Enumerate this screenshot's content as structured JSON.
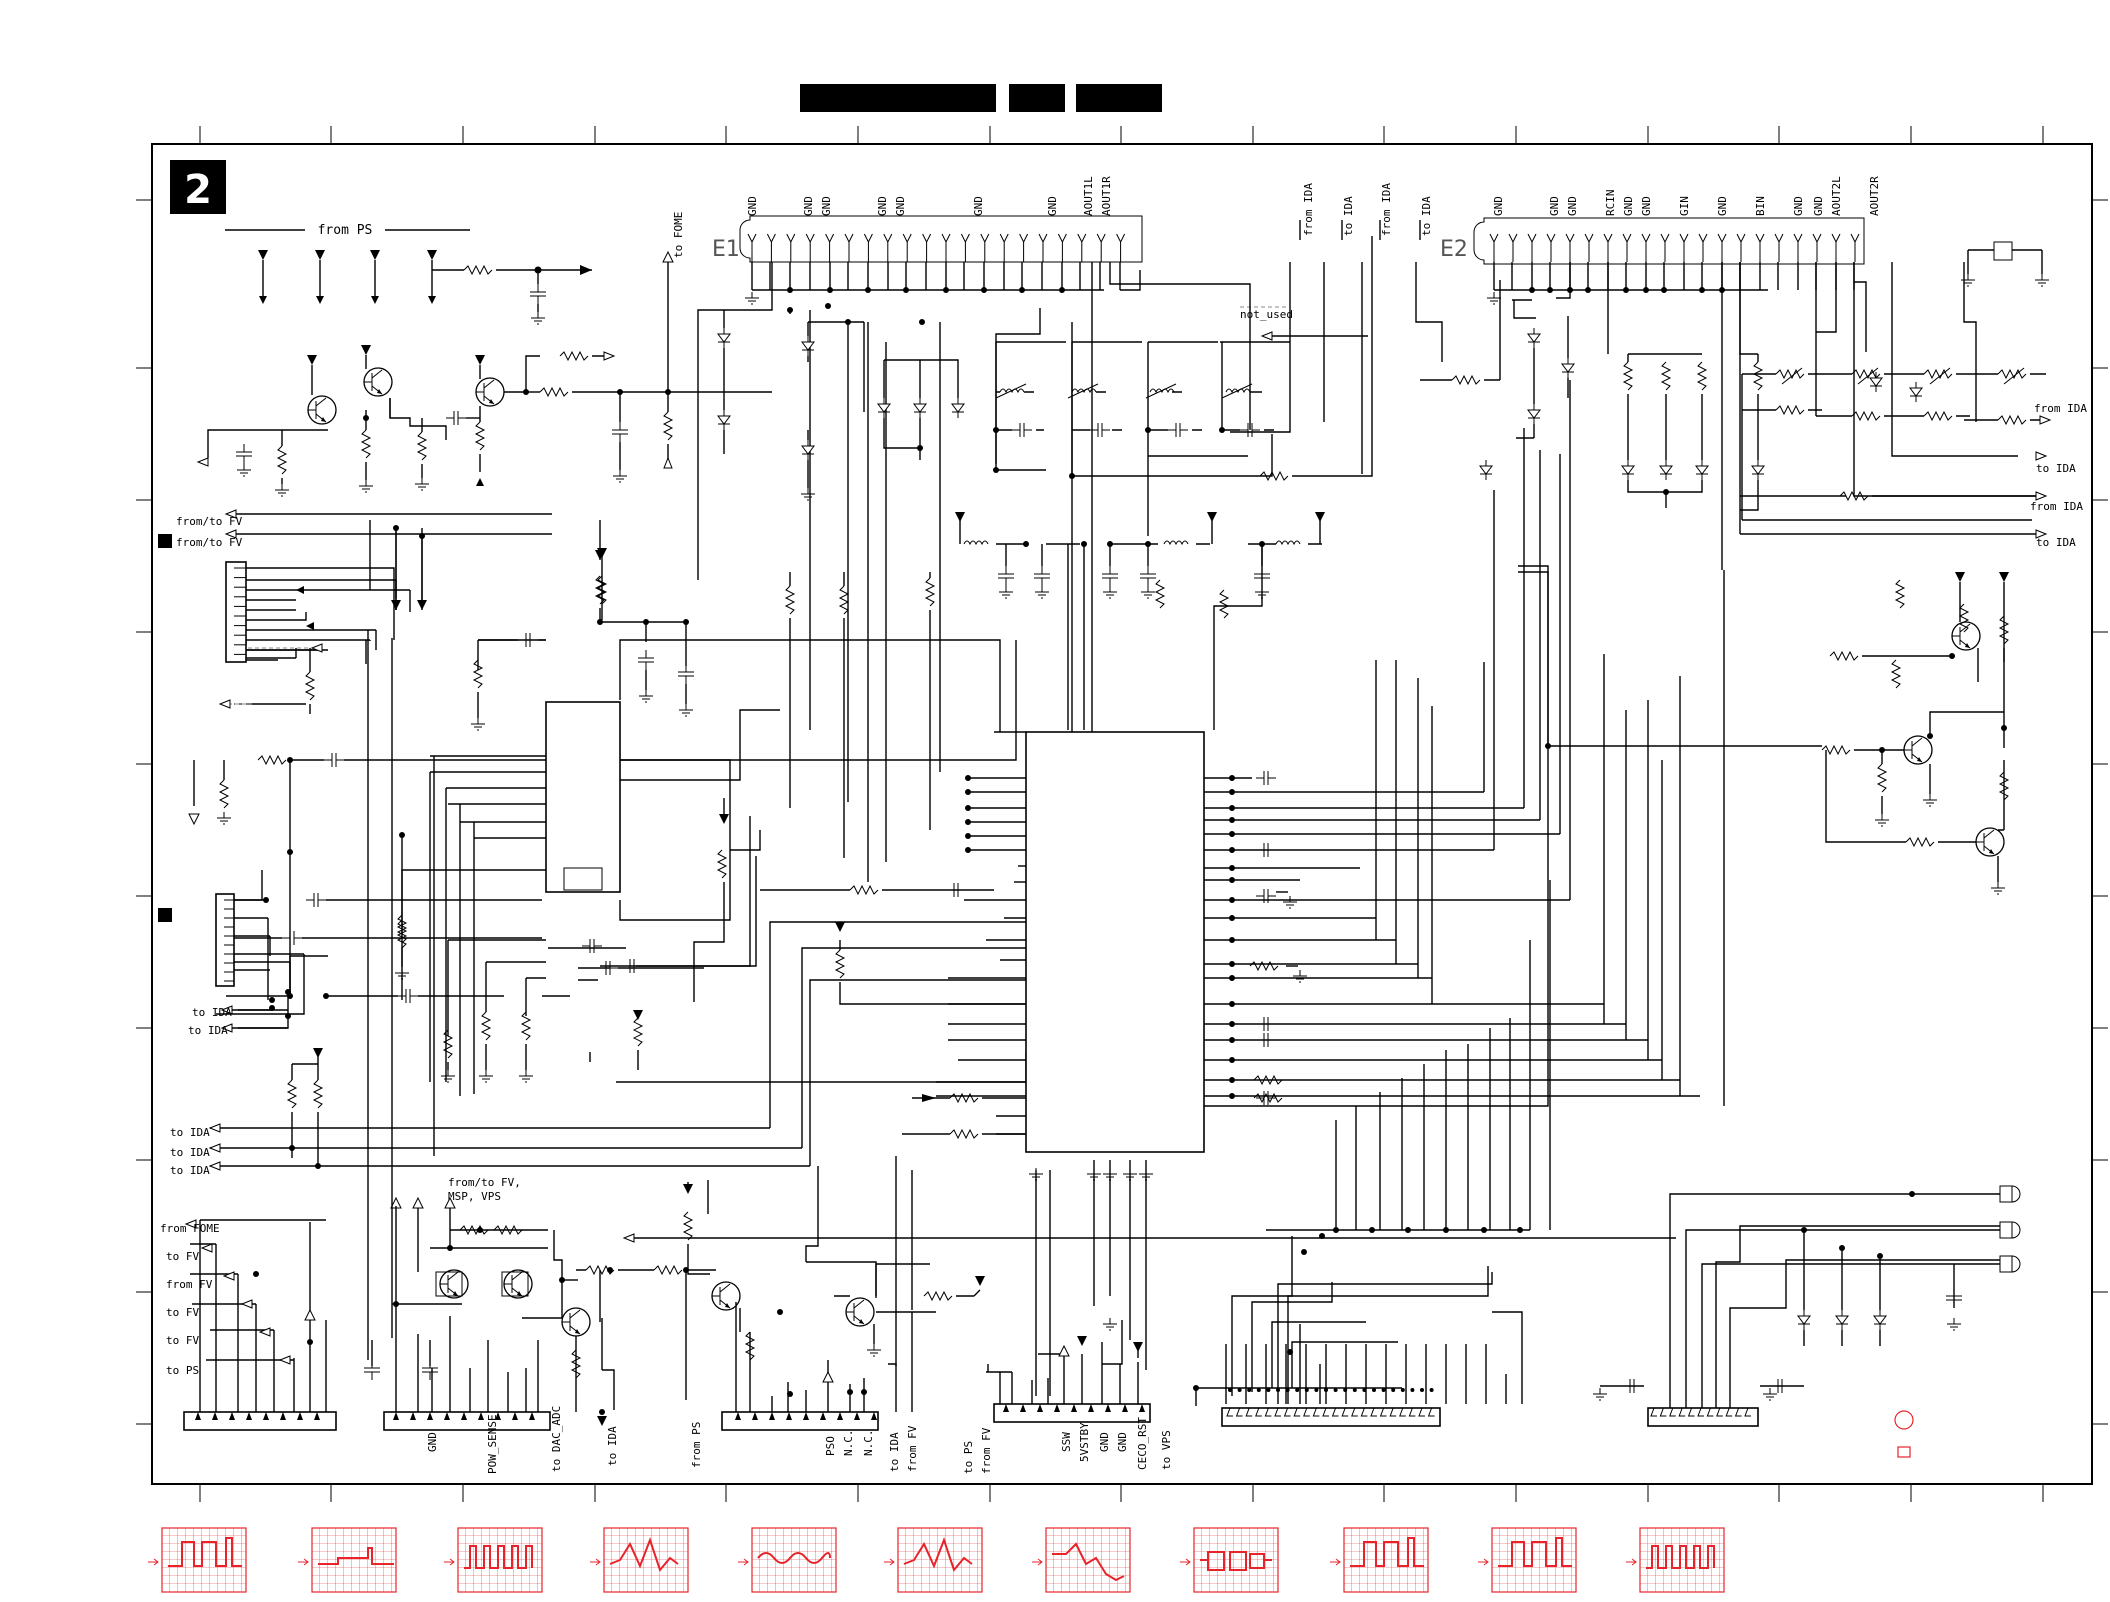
{
  "sheet": {
    "number": "2",
    "title_blocks": [
      "",
      "",
      ""
    ],
    "colors": {
      "ink": "#000000",
      "oscillogram": "#e8232a",
      "dashed_line": "#888888"
    }
  },
  "connectors": {
    "e1": {
      "name": "E1",
      "pins": [
        "GND",
        "GND",
        "GND",
        "GND",
        "GND",
        "GND",
        "GND",
        "AOUT1L",
        "AOUT1R"
      ]
    },
    "e2": {
      "name": "E2",
      "pins": [
        "GND",
        "GND",
        "GND",
        "RCIN",
        "GND",
        "GND",
        "GIN",
        "GND",
        "BIN",
        "GND",
        "GND",
        "AOUT2L",
        "AOUT2R"
      ]
    }
  },
  "labels": {
    "from_ps_top": "from PS",
    "to_fome": "to FOME",
    "not_used": "not_used",
    "from_ida_1": "from IDA",
    "to_ida_1": "to IDA",
    "from_ida_2": "from IDA",
    "to_ida_2": "to IDA",
    "from_to_fv_1": "from/to FV",
    "from_to_fv_2": "from/to FV",
    "right_from_ida_1": "from IDA",
    "right_to_ida_1": "to IDA",
    "right_from_ida_2": "from IDA",
    "right_to_ida_2": "to IDA",
    "to_ida_left_1": "to IDA",
    "to_ida_left_2": "to IDA",
    "to_ida_bus_1": "to IDA",
    "to_ida_bus_2": "to IDA",
    "to_ida_bus_3": "to IDA",
    "from_fome": "from FOME",
    "to_fv_1": "to FV",
    "from_fv_1": "from FV",
    "to_fv_2": "to FV",
    "to_fv_3": "to FV",
    "to_ps": "to PS",
    "msp_note_1": "from/to FV,",
    "msp_note_2": "MSP, VPS",
    "bottom_gnd": "GND",
    "bottom_pow_sense": "POW_SENSE",
    "bottom_to_dac_adc": "to DAC_ADC",
    "bottom_to_ida": "to IDA",
    "bottom_from_ps": "from PS",
    "bottom_pso": "PSO",
    "bottom_nc_1": "N.C.",
    "bottom_nc_2": "N.C.",
    "bottom_to_ida_2": "to IDA",
    "bottom_from_fv": "from FV",
    "bottom_to_ps": "to PS",
    "bottom_from_fv_2": "from FV",
    "bottom_ssw": "SSW",
    "bottom_5vstby": "5VSTBY",
    "bottom_gnd_2": "GND",
    "bottom_gnd_3": "GND",
    "bottom_ceco_rst": "CECO_RST",
    "bottom_to_vps": "to VPS"
  },
  "oscillograms": [
    {
      "name": "osc-1",
      "shape": "pulse"
    },
    {
      "name": "osc-2",
      "shape": "step"
    },
    {
      "name": "osc-3",
      "shape": "comb"
    },
    {
      "name": "osc-4",
      "shape": "burst"
    },
    {
      "name": "osc-5",
      "shape": "wave"
    },
    {
      "name": "osc-6",
      "shape": "burst"
    },
    {
      "name": "osc-7",
      "shape": "ramp"
    },
    {
      "name": "osc-8",
      "shape": "blocks"
    },
    {
      "name": "osc-9",
      "shape": "pulse"
    },
    {
      "name": "osc-10",
      "shape": "pulse"
    },
    {
      "name": "osc-11",
      "shape": "comb"
    }
  ]
}
